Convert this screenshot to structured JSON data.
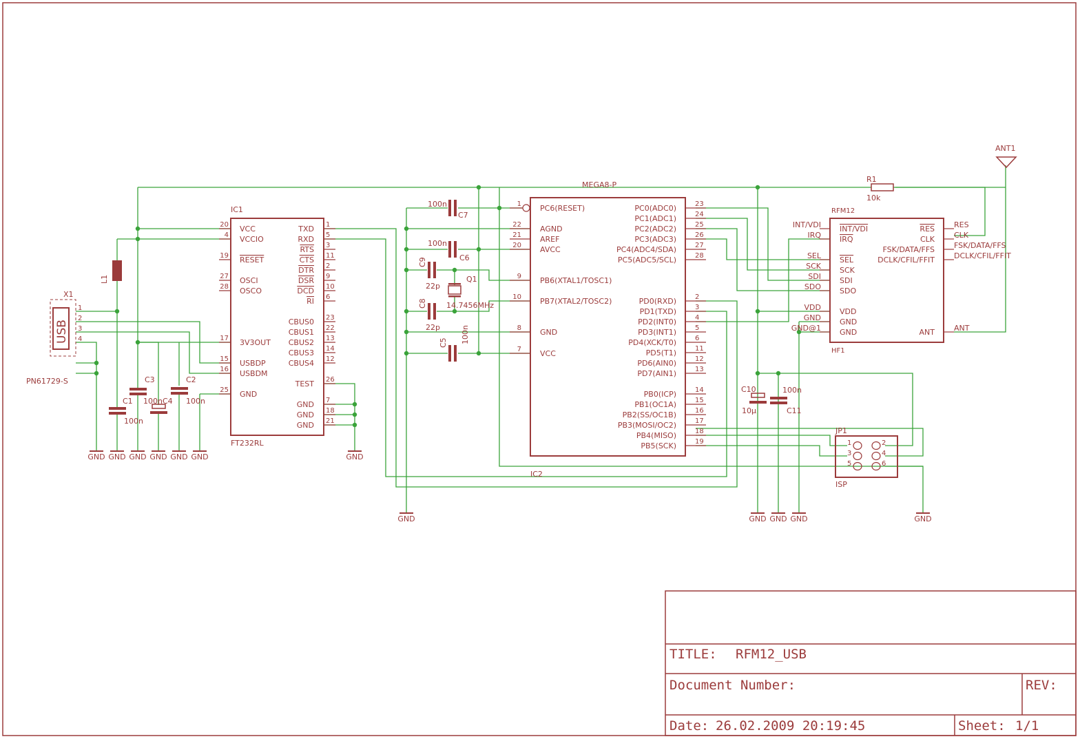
{
  "title_block": {
    "title_label": "TITLE:",
    "title_value": "RFM12_USB",
    "docnum_label": "Document Number:",
    "rev_label": "REV:",
    "date_label": "Date:",
    "date_value": "26.02.2009 20:19:45",
    "sheet_label": "Sheet:",
    "sheet_value": "1/1"
  },
  "ic1": {
    "ref": "IC1",
    "part": "FT232RL",
    "left_pins": [
      {
        "num": "20",
        "name": "VCC"
      },
      {
        "num": "4",
        "name": "VCCIO"
      },
      {
        "num": "19",
        "name": "RESET"
      },
      {
        "num": "27",
        "name": "OSCI"
      },
      {
        "num": "28",
        "name": "OSCO"
      },
      {
        "num": "17",
        "name": "3V3OUT"
      },
      {
        "num": "15",
        "name": "USBDP"
      },
      {
        "num": "16",
        "name": "USBDM"
      },
      {
        "num": "25",
        "name": "GND"
      }
    ],
    "right_pins": [
      {
        "num": "1",
        "name": "TXD"
      },
      {
        "num": "5",
        "name": "RXD"
      },
      {
        "num": "3",
        "name": "RTS"
      },
      {
        "num": "11",
        "name": "CTS"
      },
      {
        "num": "2",
        "name": "DTR"
      },
      {
        "num": "9",
        "name": "DSR"
      },
      {
        "num": "10",
        "name": "DCD"
      },
      {
        "num": "6",
        "name": "RI"
      },
      {
        "num": "23",
        "name": "CBUS0"
      },
      {
        "num": "22",
        "name": "CBUS1"
      },
      {
        "num": "13",
        "name": "CBUS2"
      },
      {
        "num": "14",
        "name": "CBUS3"
      },
      {
        "num": "12",
        "name": "CBUS4"
      },
      {
        "num": "26",
        "name": "TEST"
      },
      {
        "num": "7",
        "name": "GND"
      },
      {
        "num": "18",
        "name": "GND"
      },
      {
        "num": "21",
        "name": "GND"
      }
    ]
  },
  "ic2": {
    "ref": "IC2",
    "part": "MEGA8-P",
    "left_pins": [
      {
        "num": "1",
        "name": "PC6(RESET)"
      },
      {
        "num": "22",
        "name": "AGND"
      },
      {
        "num": "21",
        "name": "AREF"
      },
      {
        "num": "20",
        "name": "AVCC"
      },
      {
        "num": "9",
        "name": "PB6(XTAL1/TOSC1)"
      },
      {
        "num": "10",
        "name": "PB7(XTAL2/TOSC2)"
      },
      {
        "num": "8",
        "name": "GND"
      },
      {
        "num": "7",
        "name": "VCC"
      }
    ],
    "right_pins": [
      {
        "num": "23",
        "name": "PC0(ADC0)"
      },
      {
        "num": "24",
        "name": "PC1(ADC1)"
      },
      {
        "num": "25",
        "name": "PC2(ADC2)"
      },
      {
        "num": "26",
        "name": "PC3(ADC3)"
      },
      {
        "num": "27",
        "name": "PC4(ADC4/SDA)"
      },
      {
        "num": "28",
        "name": "PC5(ADC5/SCL)"
      },
      {
        "num": "2",
        "name": "PD0(RXD)"
      },
      {
        "num": "3",
        "name": "PD1(TXD)"
      },
      {
        "num": "4",
        "name": "PD2(INT0)"
      },
      {
        "num": "5",
        "name": "PD3(INT1)"
      },
      {
        "num": "6",
        "name": "PD4(XCK/T0)"
      },
      {
        "num": "11",
        "name": "PD5(T1)"
      },
      {
        "num": "12",
        "name": "PD6(AIN0)"
      },
      {
        "num": "13",
        "name": "PD7(AIN1)"
      },
      {
        "num": "14",
        "name": "PB0(ICP)"
      },
      {
        "num": "15",
        "name": "PB1(OC1A)"
      },
      {
        "num": "16",
        "name": "PB2(SS/OC1B)"
      },
      {
        "num": "17",
        "name": "PB3(MOSI/OC2)"
      },
      {
        "num": "18",
        "name": "PB4(MISO)"
      },
      {
        "num": "19",
        "name": "PB5(SCK)"
      }
    ]
  },
  "rfm12": {
    "ref": "HF1",
    "part": "RFM12",
    "left_inner": [
      "INT/VDI",
      "IRQ",
      "SEL",
      "SCK",
      "SDI",
      "SDO",
      "VDD",
      "GND",
      "GND"
    ],
    "right_inner": [
      "RES",
      "CLK",
      "FSK/DATA/FFS",
      "DCLK/CFIL/FFIT",
      "ANT"
    ],
    "left_outer": [
      "INT/VDI",
      "IRQ",
      "SEL",
      "SCK",
      "SDI",
      "SDO",
      "VDD",
      "GND",
      "GND@1"
    ],
    "right_outer": [
      "RES",
      "CLK",
      "FSK/DATA/FFS",
      "DCLK/CFIL/FFIT",
      "ANT"
    ]
  },
  "usb": {
    "ref": "X1",
    "part": "PN61729-S",
    "label": "USB",
    "pins": [
      "1",
      "2",
      "3",
      "4"
    ]
  },
  "jp1": {
    "ref": "JP1",
    "part": "ISP",
    "pins": [
      "1",
      "2",
      "3",
      "4",
      "5",
      "6"
    ]
  },
  "ant": {
    "ref": "ANT1"
  },
  "r1": {
    "ref": "R1",
    "value": "10k"
  },
  "l1": {
    "ref": "L1"
  },
  "q1": {
    "ref": "Q1",
    "value": "14.7456MHz"
  },
  "caps": {
    "c1": {
      "ref": "C1",
      "value": "100n"
    },
    "c2": {
      "ref": "C2",
      "value": "100n"
    },
    "c3": {
      "ref": "C3",
      "value": "100n"
    },
    "c4": {
      "ref": "C4"
    },
    "c5": {
      "ref": "C5",
      "value": "100n"
    },
    "c6": {
      "ref": "C6",
      "value": "100n"
    },
    "c7": {
      "ref": "C7",
      "value": "100n"
    },
    "c8": {
      "ref": "C8",
      "value": "22p"
    },
    "c9": {
      "ref": "C9",
      "value": "22p"
    },
    "c10": {
      "ref": "C10",
      "value": "10µ"
    },
    "c11": {
      "ref": "C11",
      "value": "100n"
    }
  },
  "gnd_label": "GND"
}
